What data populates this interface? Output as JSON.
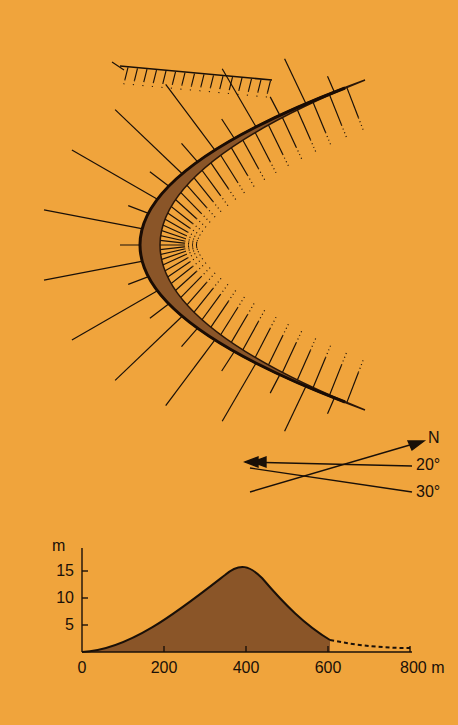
{
  "diagram": {
    "labels": [
      "N",
      "20°",
      "30°",
      "m",
      "15",
      "10",
      "5",
      "0",
      "200",
      "400",
      "600",
      "800 m"
    ]
  }
}
